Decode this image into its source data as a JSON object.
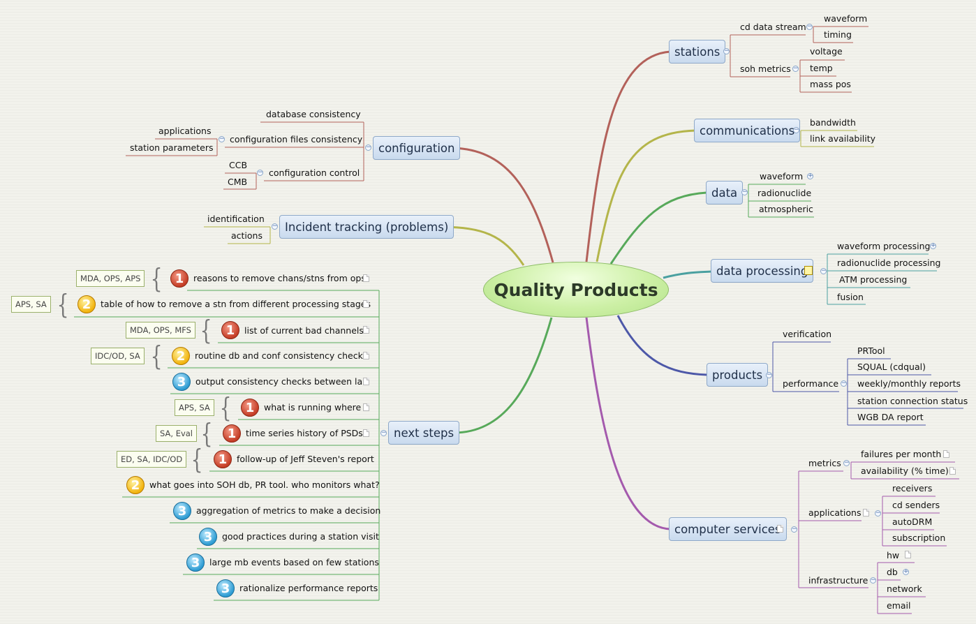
{
  "center": "Quality Products",
  "colors": {
    "stations": "#b3615a",
    "communications": "#b4b54a",
    "data": "#57a95a",
    "data_processing": "#4aa0a0",
    "products": "#4d58a8",
    "computer_services": "#a45aad",
    "configuration": "#b3615a",
    "incident": "#b4b54a",
    "next_steps": "#57a95a",
    "priority_1": "#c53d26",
    "priority_2": "#f2b30d",
    "priority_3": "#2d9cd3"
  },
  "stations": {
    "label": "stations",
    "cd_data_stream": "cd data stream",
    "waveform": "waveform",
    "timing": "timing",
    "soh_metrics": "soh metrics",
    "voltage": "voltage",
    "temp": "temp",
    "mass_pos": "mass pos"
  },
  "communications": {
    "label": "communications",
    "bandwidth": "bandwidth",
    "link_availability": "link availability"
  },
  "data": {
    "label": "data",
    "waveform": "waveform",
    "radionuclide": "radionuclide",
    "atmospheric": "atmospheric"
  },
  "data_processing": {
    "label": "data processing",
    "waveform_processing": "waveform processing",
    "radionuclide_processing": "radionuclide processing",
    "atm_processing": "ATM processing",
    "fusion": "fusion"
  },
  "products": {
    "label": "products",
    "verification": "verification",
    "performance": "performance",
    "prtool": "PRTool",
    "squal": "SQUAL  (cdqual)",
    "weekly": "weekly/monthly reports",
    "station_conn": "station connection status",
    "wgb": "WGB DA report"
  },
  "computer_services": {
    "label": "computer services",
    "metrics": "metrics",
    "failures": "failures per month",
    "availability": "availability (% time)",
    "applications": "applications",
    "receivers": "receivers",
    "cd_senders": "cd senders",
    "autodrm": "autoDRM",
    "subscription": "subscription",
    "infrastructure": "infrastructure",
    "hw": "hw",
    "db": "db",
    "network": "network",
    "email": "email"
  },
  "configuration": {
    "label": "configuration",
    "database_consistency": "database consistency",
    "config_files": "configuration files consistency",
    "applications": "applications",
    "station_parameters": "station parameters",
    "config_control": "configuration control",
    "ccb": "CCB",
    "cmb": "CMB"
  },
  "incident": {
    "label": "Incident tracking (problems)",
    "identification": "identification",
    "actions": "actions"
  },
  "next_steps": {
    "label": "next steps",
    "items": [
      {
        "text": "reasons to remove chans/stns from ops",
        "priority": "1",
        "tag": "MDA, OPS, APS"
      },
      {
        "text": "table of how to remove a stn from different processing stages",
        "priority": "2",
        "tag": "APS, SA"
      },
      {
        "text": "list of current bad channels",
        "priority": "1",
        "tag": "MDA, OPS, MFS"
      },
      {
        "text": "routine db and conf consistency checks",
        "priority": "2",
        "tag": "IDC/OD, SA"
      },
      {
        "text": "output consistency checks between lan",
        "priority": "3",
        "tag": ""
      },
      {
        "text": "what is running where",
        "priority": "1",
        "tag": "APS, SA"
      },
      {
        "text": "time series history of PSDs",
        "priority": "1",
        "tag": "SA, Eval"
      },
      {
        "text": "follow-up of Jeff Steven's report",
        "priority": "1",
        "tag": "ED, SA, IDC/OD"
      },
      {
        "text": "what goes into SOH db, PR tool. who monitors what?",
        "priority": "2",
        "tag": ""
      },
      {
        "text": "aggregation of metrics to make a decision",
        "priority": "3",
        "tag": ""
      },
      {
        "text": "good practices during a station visit",
        "priority": "3",
        "tag": ""
      },
      {
        "text": "large mb events based on few stations",
        "priority": "3",
        "tag": ""
      },
      {
        "text": "rationalize performance reports",
        "priority": "3",
        "tag": ""
      }
    ]
  }
}
